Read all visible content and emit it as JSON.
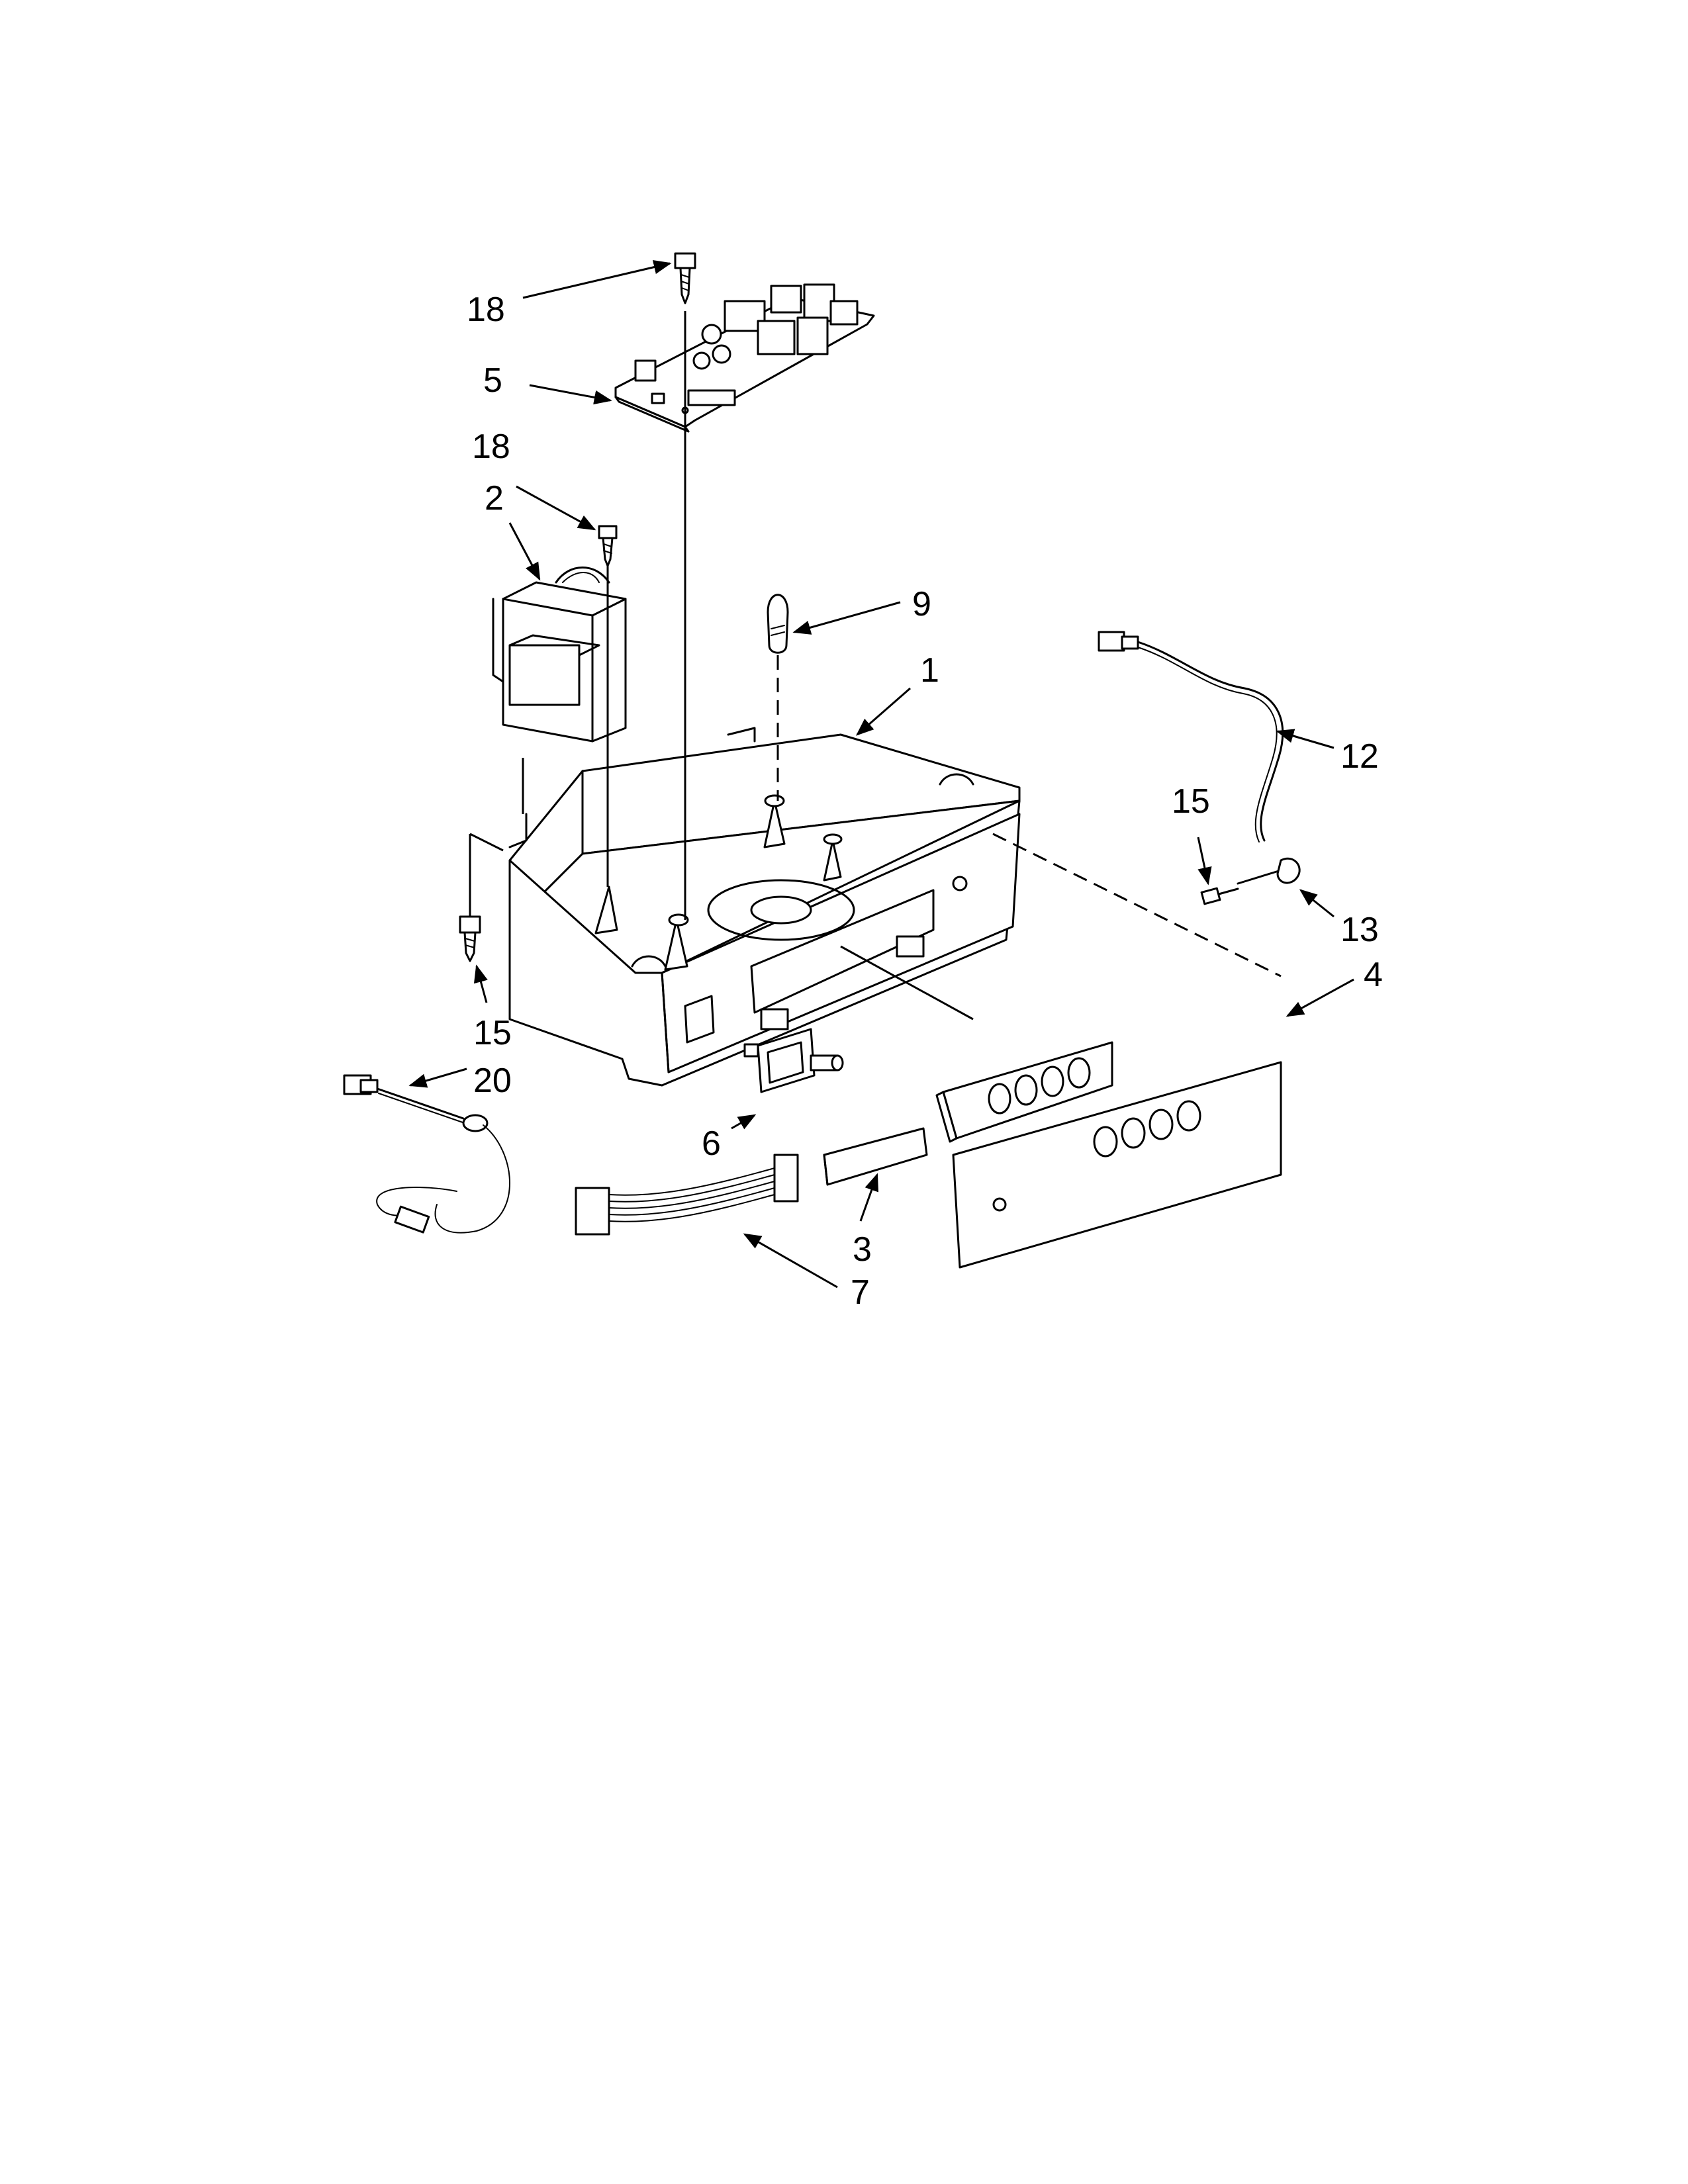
{
  "callouts": {
    "c18a": "18",
    "c5": "5",
    "c18b": "18",
    "c2": "2",
    "c9": "9",
    "c1": "1",
    "c12": "12",
    "c15a": "15",
    "c13": "13",
    "c15b": "15",
    "c20": "20",
    "c4": "4",
    "c6": "6",
    "c3": "3",
    "c7": "7"
  },
  "colors": {
    "ink": "#000000",
    "paper": "#ffffff"
  }
}
